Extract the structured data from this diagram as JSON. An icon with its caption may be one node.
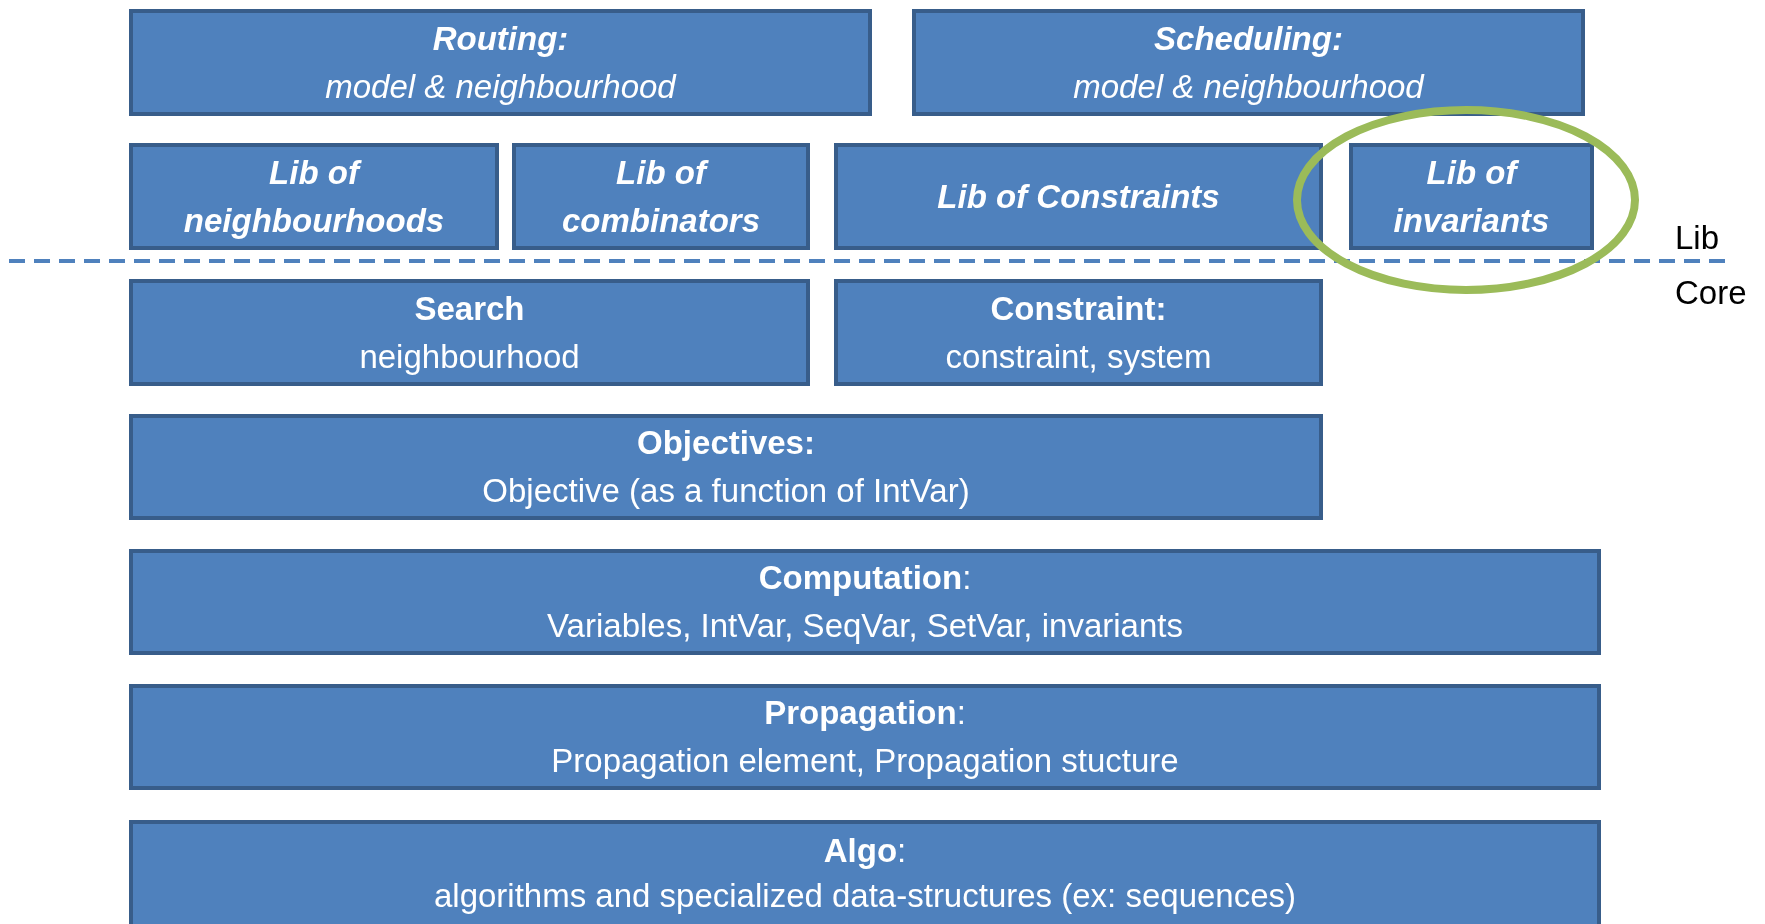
{
  "diagram": {
    "nodes": [
      {
        "text": [
          "Routing:",
          "model & neighbourhood"
        ]
      },
      {
        "text": [
          "Scheduling:",
          "model & neighbourhood"
        ]
      },
      {
        "text": [
          "Lib of neighbourhoods"
        ]
      },
      {
        "text": [
          "Lib of combinators"
        ]
      },
      {
        "text": [
          "Lib of Constraints"
        ]
      },
      {
        "text": [
          "Lib of invariants"
        ]
      },
      {
        "text": [
          "Search",
          "neighbourhood"
        ]
      },
      {
        "text": [
          "Constraint:",
          "constraint, system"
        ]
      },
      {
        "text": [
          "Objectives:",
          "Objective (as a function of IntVar)"
        ]
      },
      {
        "text": [
          "**Computation**:",
          "Variables, IntVar, SeqVar, SetVar, invariants"
        ]
      },
      {
        "text": [
          "**Propagation**:",
          "Propagation element, Propagation stucture"
        ]
      },
      {
        "text": [
          "**Algo**:",
          "algorithms and specialized data-structures (ex: sequences)"
        ]
      }
    ],
    "labels": [
      "Lib",
      "Core"
    ]
  }
}
